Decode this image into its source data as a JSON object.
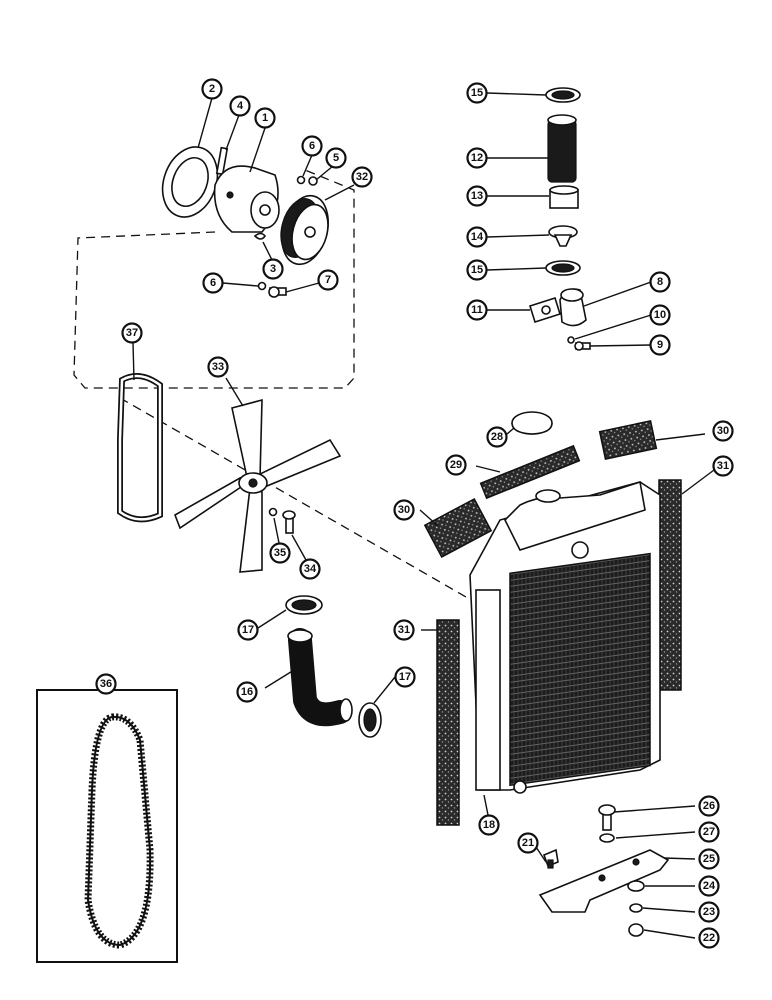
{
  "callouts": [
    {
      "id": "callout-1",
      "label": "1"
    },
    {
      "id": "callout-2",
      "label": "2"
    },
    {
      "id": "callout-3",
      "label": "3"
    },
    {
      "id": "callout-4",
      "label": "4"
    },
    {
      "id": "callout-5",
      "label": "5"
    },
    {
      "id": "callout-6a",
      "label": "6"
    },
    {
      "id": "callout-6b",
      "label": "6"
    },
    {
      "id": "callout-7",
      "label": "7"
    },
    {
      "id": "callout-8",
      "label": "8"
    },
    {
      "id": "callout-9",
      "label": "9"
    },
    {
      "id": "callout-10",
      "label": "10"
    },
    {
      "id": "callout-11",
      "label": "11"
    },
    {
      "id": "callout-12",
      "label": "12"
    },
    {
      "id": "callout-13",
      "label": "13"
    },
    {
      "id": "callout-14",
      "label": "14"
    },
    {
      "id": "callout-15a",
      "label": "15"
    },
    {
      "id": "callout-15b",
      "label": "15"
    },
    {
      "id": "callout-16",
      "label": "16"
    },
    {
      "id": "callout-17a",
      "label": "17"
    },
    {
      "id": "callout-17b",
      "label": "17"
    },
    {
      "id": "callout-18",
      "label": "18"
    },
    {
      "id": "callout-21",
      "label": "21"
    },
    {
      "id": "callout-22",
      "label": "22"
    },
    {
      "id": "callout-23",
      "label": "23"
    },
    {
      "id": "callout-24",
      "label": "24"
    },
    {
      "id": "callout-25",
      "label": "25"
    },
    {
      "id": "callout-26",
      "label": "26"
    },
    {
      "id": "callout-27",
      "label": "27"
    },
    {
      "id": "callout-28",
      "label": "28"
    },
    {
      "id": "callout-29",
      "label": "29"
    },
    {
      "id": "callout-30a",
      "label": "30"
    },
    {
      "id": "callout-30b",
      "label": "30"
    },
    {
      "id": "callout-31a",
      "label": "31"
    },
    {
      "id": "callout-31b",
      "label": "31"
    },
    {
      "id": "callout-32",
      "label": "32"
    },
    {
      "id": "callout-33",
      "label": "33"
    },
    {
      "id": "callout-34",
      "label": "34"
    },
    {
      "id": "callout-35",
      "label": "35"
    },
    {
      "id": "callout-36",
      "label": "36"
    },
    {
      "id": "callout-37",
      "label": "37"
    }
  ],
  "colors": {
    "ink": "#111111",
    "paper": "#ffffff"
  }
}
